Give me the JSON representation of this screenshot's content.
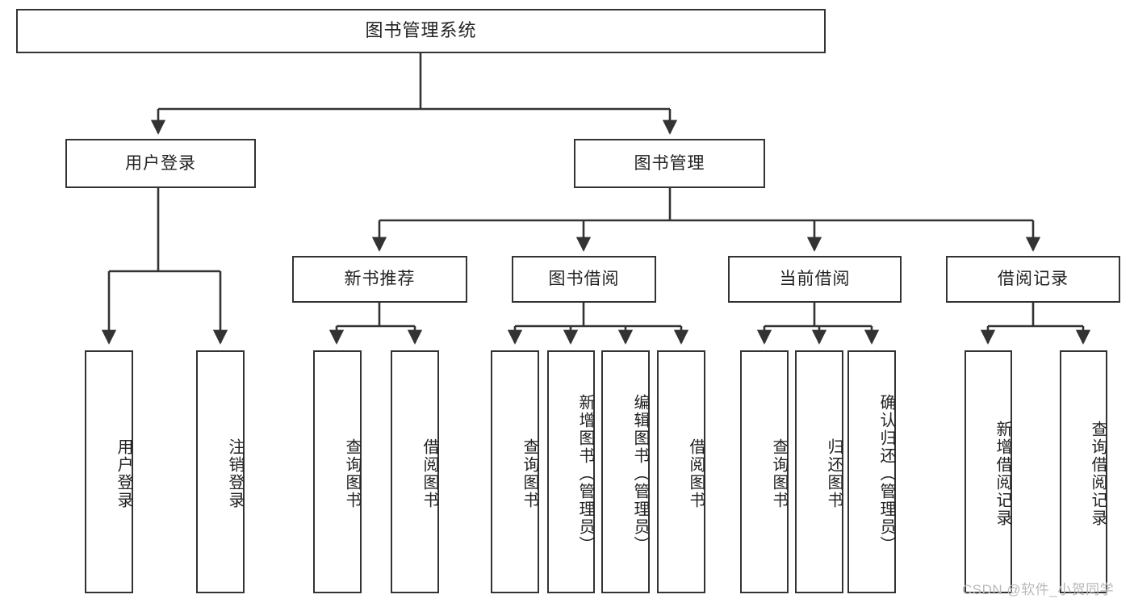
{
  "diagram": {
    "title": "图书管理系统",
    "type": "tree-hierarchy-diagram",
    "colors": {
      "box_border": "#333333",
      "box_fill": "#ffffff",
      "edge": "#333333",
      "text": "#222222",
      "watermark": "#b9b9b9"
    },
    "nodes": {
      "root": {
        "label": "图书管理系统"
      },
      "level2": [
        {
          "id": "user-login",
          "label": "用户登录"
        },
        {
          "id": "book-manage",
          "label": "图书管理"
        }
      ],
      "level3": [
        {
          "id": "new-book-recommend",
          "label": "新书推荐"
        },
        {
          "id": "book-borrow",
          "label": "图书借阅"
        },
        {
          "id": "current-borrow",
          "label": "当前借阅"
        },
        {
          "id": "borrow-record",
          "label": "借阅记录"
        }
      ],
      "leaves": [
        {
          "id": "leaf-user-login",
          "label": "用户登录",
          "parent": "user-login"
        },
        {
          "id": "leaf-logout-login",
          "label": "注销登录",
          "parent": "user-login"
        },
        {
          "id": "leaf-query-book-1",
          "label": "查询图书",
          "parent": "new-book-recommend"
        },
        {
          "id": "leaf-borrow-book-1",
          "label": "借阅图书",
          "parent": "new-book-recommend"
        },
        {
          "id": "leaf-query-book-2",
          "label": "查询图书",
          "parent": "book-borrow"
        },
        {
          "id": "leaf-add-book",
          "label": "新增图书（管理员）",
          "parent": "book-borrow"
        },
        {
          "id": "leaf-edit-book",
          "label": "编辑图书（管理员）",
          "parent": "book-borrow"
        },
        {
          "id": "leaf-borrow-book-2",
          "label": "借阅图书",
          "parent": "book-borrow"
        },
        {
          "id": "leaf-query-book-3",
          "label": "查询图书",
          "parent": "current-borrow"
        },
        {
          "id": "leaf-return-book",
          "label": "归还图书",
          "parent": "current-borrow"
        },
        {
          "id": "leaf-confirm-return",
          "label": "确认归还（管理员）",
          "parent": "current-borrow"
        },
        {
          "id": "leaf-add-record",
          "label": "新增借阅记录",
          "parent": "borrow-record"
        },
        {
          "id": "leaf-query-record",
          "label": "查询借阅记录",
          "parent": "borrow-record"
        }
      ]
    },
    "watermark": "CSDN @软件_小贺同学"
  }
}
